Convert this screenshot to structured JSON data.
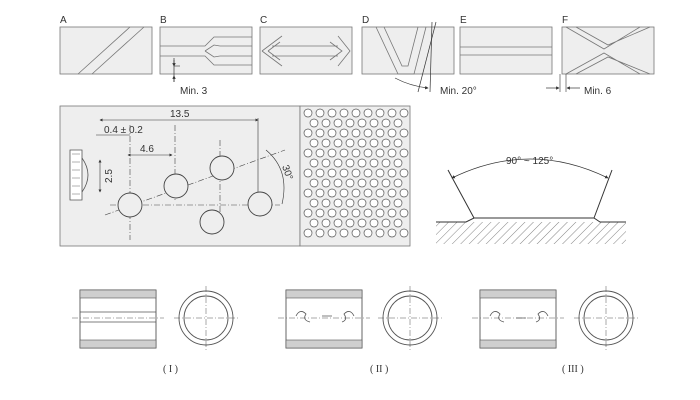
{
  "groove_patterns": [
    {
      "label": "A"
    },
    {
      "label": "B",
      "dimension": "Min. 3"
    },
    {
      "label": "C"
    },
    {
      "label": "D",
      "dimension": "Min. 20°"
    },
    {
      "label": "E"
    },
    {
      "label": "F",
      "dimension": "Min. 6"
    }
  ],
  "hole_pattern": {
    "length_dim": "13.5",
    "offset_dim": "0.4 ± 0.2",
    "spacing_dim": "4.6",
    "height_dim": "2.5",
    "angle_dim": "30°"
  },
  "groove_profile": {
    "angle_range": "90° ~ 125°"
  },
  "bushing_variants": [
    {
      "caption": "( I )"
    },
    {
      "caption": "( II )"
    },
    {
      "caption": "( III )"
    }
  ]
}
